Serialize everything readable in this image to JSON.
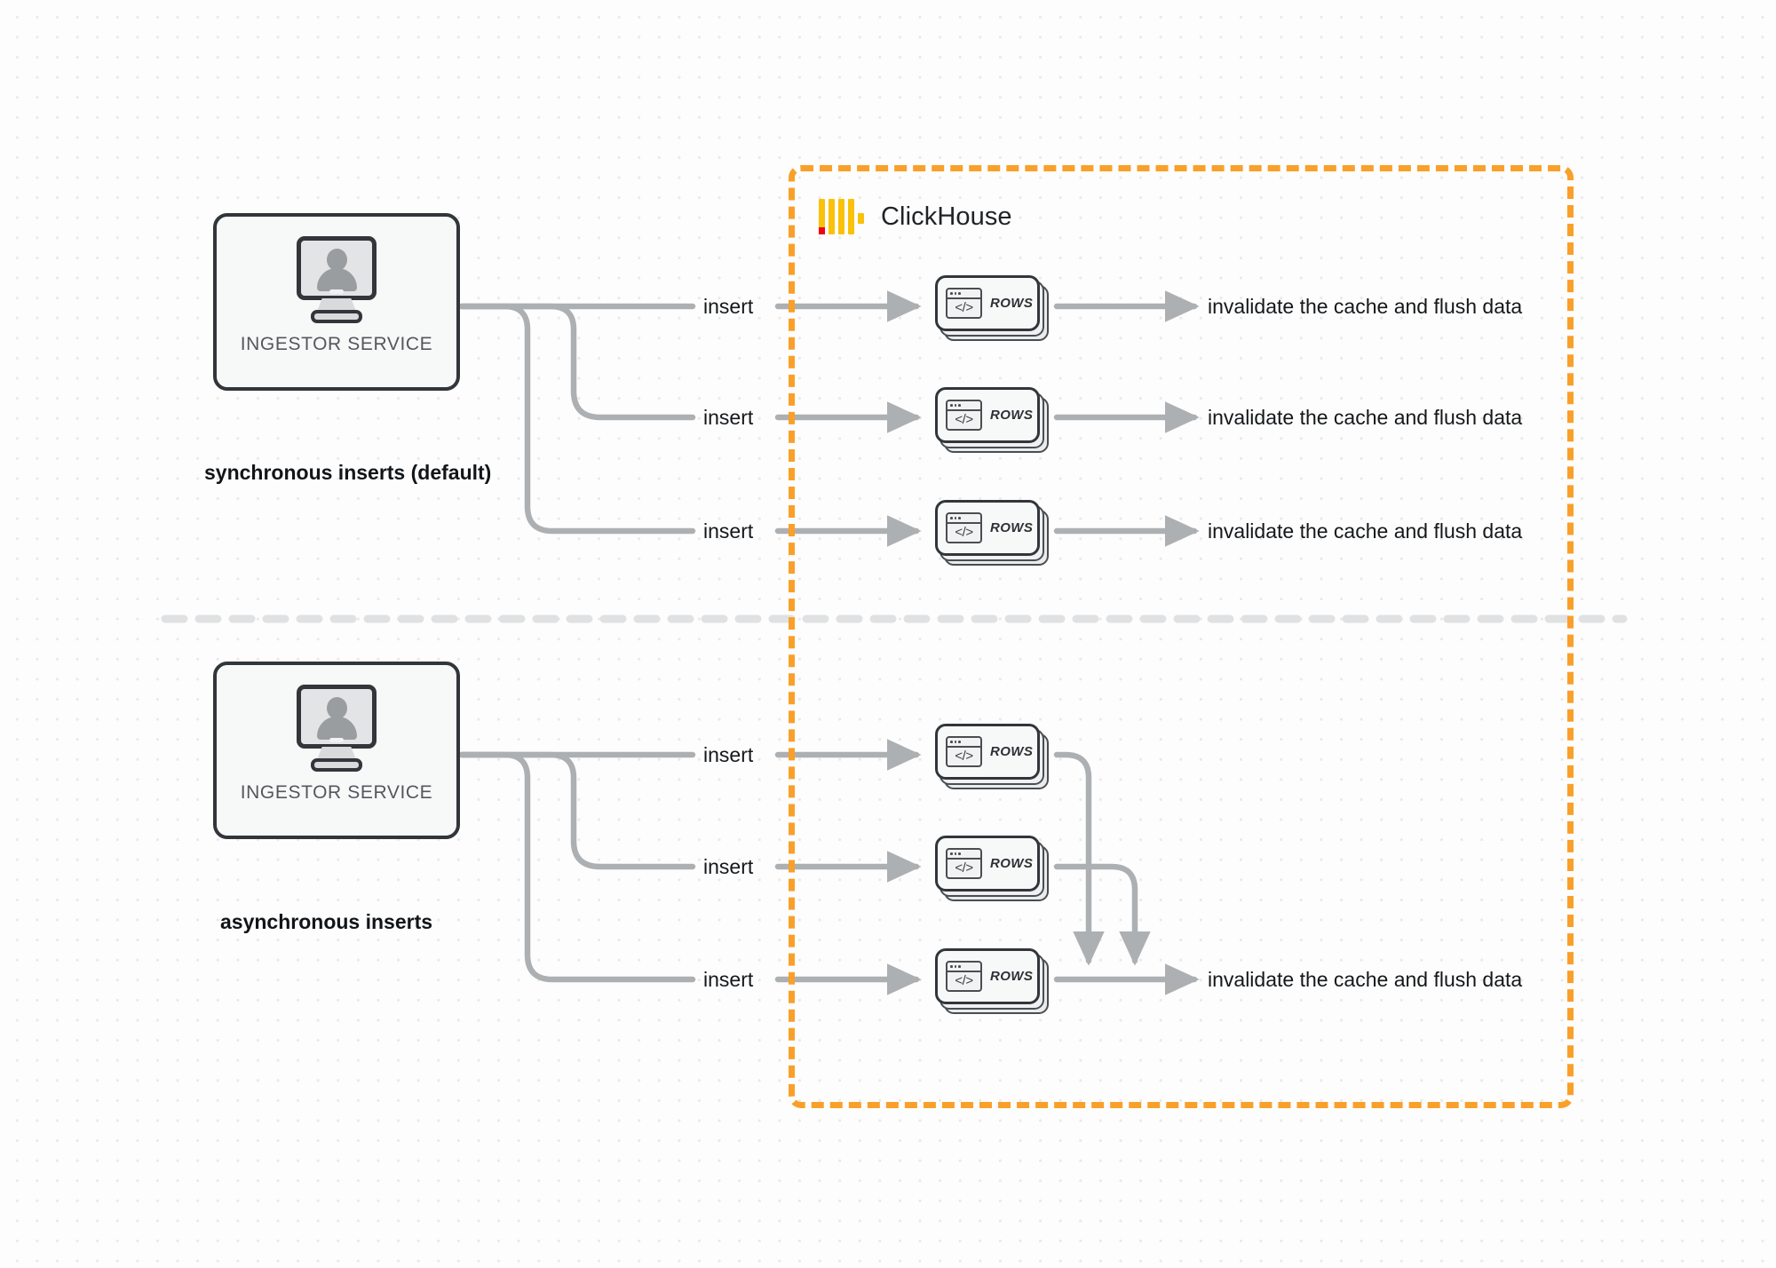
{
  "diagram": {
    "title": "ClickHouse synchronous vs asynchronous inserts",
    "background": "#fdfdfd",
    "grid_dot_color": "#e9e9e9"
  },
  "clickhouse": {
    "wordmark": "ClickHouse",
    "boundary_color": "#f9a02a",
    "logo_bar_color": "#fac10a",
    "logo_accent_color": "#ef0013"
  },
  "sections": [
    {
      "id": "sync",
      "label": "synchronous inserts (default)",
      "ingestor": {
        "label": "INGESTOR SERVICE",
        "icon": "monitor-user-icon"
      },
      "branches": [
        {
          "insert_label": "insert",
          "card_label": "ROWS",
          "card_icon": "code-window-icon",
          "result_label": "invalidate the cache and flush data"
        },
        {
          "insert_label": "insert",
          "card_label": "ROWS",
          "card_icon": "code-window-icon",
          "result_label": "invalidate the cache and flush data"
        },
        {
          "insert_label": "insert",
          "card_label": "ROWS",
          "card_icon": "code-window-icon",
          "result_label": "invalidate the cache and flush data"
        }
      ]
    },
    {
      "id": "async",
      "label": "asynchronous inserts",
      "ingestor": {
        "label": "INGESTOR SERVICE",
        "icon": "monitor-user-icon"
      },
      "branches": [
        {
          "insert_label": "insert",
          "card_label": "ROWS",
          "card_icon": "code-window-icon"
        },
        {
          "insert_label": "insert",
          "card_label": "ROWS",
          "card_icon": "code-window-icon"
        },
        {
          "insert_label": "insert",
          "card_label": "ROWS",
          "card_icon": "code-window-icon"
        }
      ],
      "merged_result_label": "invalidate the cache and flush data"
    }
  ],
  "icons": {
    "code_glyph": "</>",
    "divider": "horizontal-dashed-divider"
  },
  "colors": {
    "wire": "#adb0b2",
    "box_stroke": "#32363b",
    "card_fill": "#f7f9f9",
    "text": "#15181b",
    "muted_text": "#53585d",
    "divider": "#e0e1e2"
  }
}
